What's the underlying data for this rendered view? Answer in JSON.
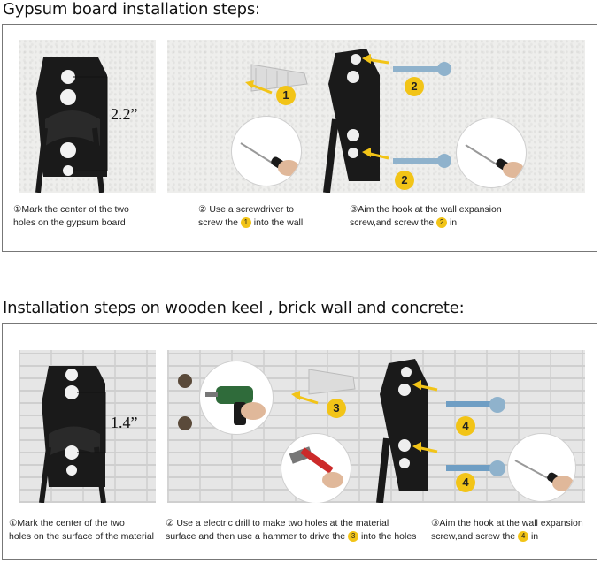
{
  "section1": {
    "title": "Gypsum board installation steps:",
    "dimension": "2.2”",
    "badges": [
      "1",
      "2",
      "2"
    ],
    "captions": {
      "step1": [
        "①Mark the center of the two",
        "holes on the gypsum board"
      ],
      "step2_a": "② Use a screwdriver to",
      "step2_b_pre": "screw the ",
      "step2_b_num": "1",
      "step2_b_post": " into the wall",
      "step3_a": "③Aim the hook at the wall expansion",
      "step3_b_pre": "screw,and screw the ",
      "step3_b_num": "2",
      "step3_b_post": " in"
    }
  },
  "section2": {
    "title": "Installation steps on wooden keel , brick wall and concrete:",
    "dimension": "1.4”",
    "badges": [
      "3",
      "4",
      "4"
    ],
    "captions": {
      "step1": [
        "①Mark the center of the two",
        "holes on the surface of the material"
      ],
      "step2_a": "② Use a electric drill to make two holes at the material",
      "step2_b_pre": "surface and then use a hammer to drive the ",
      "step2_b_num": "3",
      "step2_b_post": " into the holes",
      "step3_a": "③Aim the hook at the wall expansion",
      "step3_b_pre": "screw,and screw the ",
      "step3_b_num": "4",
      "step3_b_post": " in"
    }
  },
  "colors": {
    "badge": "#f2c417",
    "hook": "#1a1a1a",
    "screw": "#8fb2cc",
    "border": "#777777"
  }
}
